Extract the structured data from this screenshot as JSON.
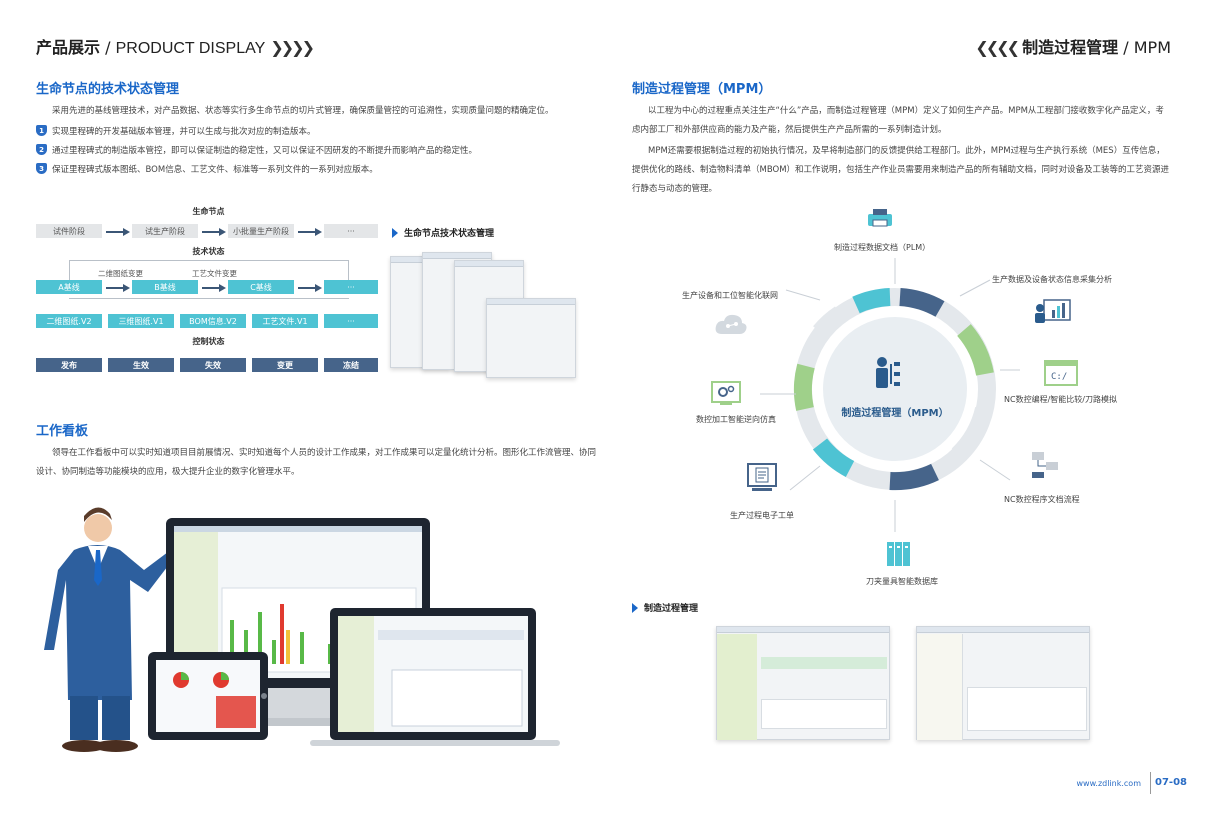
{
  "header": {
    "left_cn": "产品展示",
    "left_en": "PRODUCT DISPLAY",
    "right_cn": "制造过程管理",
    "right_en": "MPM",
    "slash": "/",
    "chev_right": "❯❯❯❯",
    "chev_left": "❮❮❮❮"
  },
  "lifecycle": {
    "title": "生命节点的技术状态管理",
    "intro": "采用先进的基线管理技术，对产品数据、状态等实行多生命节点的切片式管理，确保质量管控的可追溯性，实现质量问题的精确定位。",
    "bullets": [
      {
        "n": "1",
        "text": "实现里程碑的开发基础版本管理，并可以生成与批次对应的制造版本。"
      },
      {
        "n": "2",
        "text": "通过里程碑式的制造版本管控，即可以保证制造的稳定性，又可以保证不因研发的不断提升而影响产品的稳定性。"
      },
      {
        "n": "3",
        "text": "保证里程碑式版本图纸、BOM信息、工艺文件、标准等一系列文件的一系列对应版本。"
      }
    ],
    "diagram": {
      "head_life": "生命节点",
      "stages": [
        "试件阶段",
        "试生产阶段",
        "小批量生产阶段",
        "···"
      ],
      "head_tech": "技术状态",
      "change_labels": [
        "二维图纸变更",
        "工艺文件变更"
      ],
      "baselines": [
        "A基线",
        "B基线",
        "C基线",
        "···"
      ],
      "docs": [
        "二维图纸.V2",
        "三维图纸.V1",
        "BOM信息.V2",
        "工艺文件.V1",
        "···"
      ],
      "head_ctrl": "控制状态",
      "controls": [
        "发布",
        "生效",
        "失效",
        "变更",
        "冻结"
      ]
    },
    "caption": "生命节点技术状态管理"
  },
  "board": {
    "title": "工作看板",
    "text": "领导在工作看板中可以实时知道项目目前展情况、实时知道每个人员的设计工作成果，对工作成果可以定量化统计分析。图形化工作流管理、协同设计、协同制造等功能模块的应用，极大提升企业的数字化管理水平。"
  },
  "mpm": {
    "title": "制造过程管理（MPM）",
    "p1": "以工程为中心的过程重点关注生产“什么”产品，而制造过程管理（MPM）定义了如何生产产品。MPM从工程部门接收数字化产品定义，考虑内部工厂和外部供应商的能力及产能，然后提供生产产品所需的一系列制造计划。",
    "p2": "MPM还需要根据制造过程的初始执行情况，及早将制造部门的反馈提供给工程部门。此外，MPM过程与生产执行系统（MES）互传信息，提供优化的路线、制造物料清单（MBOM）和工作说明，包括生产作业员需要用来制造产品的所有辅助文档，同时对设备及工装等的工艺资源进行静态与动态的管理。",
    "center": "制造过程管理（MPM）",
    "nodes": {
      "plm": "制造过程数据文档（PLM）",
      "collect": "生产数据及设备状态信息采集分析",
      "nc_prog": "NC数控编程/智能比较/刀路模拟",
      "nc_doc": "NC数控程序文档流程",
      "tool": "刀夹量具智能数据库",
      "order": "生产过程电子工单",
      "sim": "数控加工智能逆向仿真",
      "iot": "生产设备和工位智能化联网"
    },
    "caption": "制造过程管理"
  },
  "footer": {
    "url": "www.zdlink.com",
    "pages": "07-08"
  },
  "colors": {
    "accent_blue": "#1a67c8",
    "teal": "#4ec3d3",
    "navy": "#46648a",
    "green": "#9fd08a",
    "gray": "#e4e6e8"
  }
}
